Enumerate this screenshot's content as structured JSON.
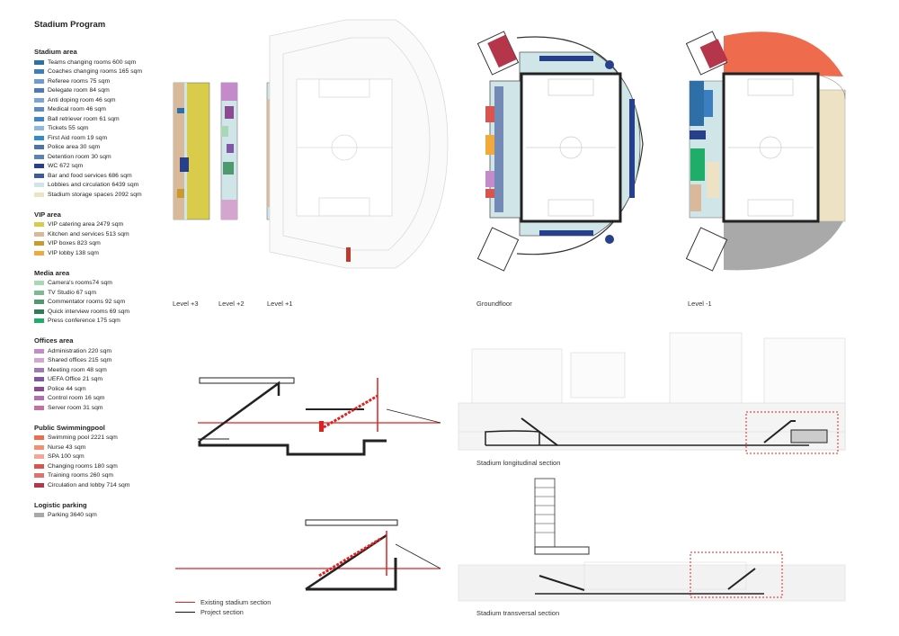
{
  "legend": {
    "title": "Stadium Program",
    "groups": [
      {
        "title": "Stadium area",
        "items": [
          {
            "label": "Teams changing rooms 600 sqm",
            "color": "#2e6fa8"
          },
          {
            "label": "Coaches changing rooms 165 sqm",
            "color": "#3b7fc0"
          },
          {
            "label": "Referee rooms 75 sqm",
            "color": "#6e9ccf"
          },
          {
            "label": "Delegate room 84 sqm",
            "color": "#4a7bb6"
          },
          {
            "label": "Anti doping room 46 sqm",
            "color": "#7aa6d6"
          },
          {
            "label": "Medical room 46 sqm",
            "color": "#5a8cc6"
          },
          {
            "label": "Ball retriever room 61 sqm",
            "color": "#3f86c8"
          },
          {
            "label": "Tickets 55 sqm",
            "color": "#8fb8e0"
          },
          {
            "label": "First Aid room 19 sqm",
            "color": "#2f8bc9"
          },
          {
            "label": "Police area 30 sqm",
            "color": "#4d73a8"
          },
          {
            "label": "Detention room 30 sqm",
            "color": "#5d82b8"
          },
          {
            "label": "WC 672 sqm",
            "color": "#27408b"
          },
          {
            "label": "Bar and food services 686 sqm",
            "color": "#3d5a9a"
          },
          {
            "label": "Lobbies and circulation 6439 sqm",
            "color": "#cfe5e8"
          },
          {
            "label": "Stadium storage spaces 2092 sqm",
            "color": "#ede3c4"
          }
        ]
      },
      {
        "title": "VIP area",
        "items": [
          {
            "label": "VIP catering area 2479 sqm",
            "color": "#d8cc4a"
          },
          {
            "label": "Kitchen and services 513 sqm",
            "color": "#d9b99a"
          },
          {
            "label": "VIP boxes 823 sqm",
            "color": "#c99a2e"
          },
          {
            "label": "VIP lobby 138 sqm",
            "color": "#f2a93b"
          }
        ]
      },
      {
        "title": "Media area",
        "items": [
          {
            "label": "Camera's rooms74 sqm",
            "color": "#a9d8b8"
          },
          {
            "label": "TV Studio 67 sqm",
            "color": "#7fb894"
          },
          {
            "label": "Commentator rooms 92 sqm",
            "color": "#4e9a6f"
          },
          {
            "label": "Quick interview rooms 69 sqm",
            "color": "#2e7d58"
          },
          {
            "label": "Press conference 175 sqm",
            "color": "#1fae6a"
          }
        ]
      },
      {
        "title": "Offices area",
        "items": [
          {
            "label": "Administration 220 sqm",
            "color": "#c58ac9"
          },
          {
            "label": "Shared offices 215 sqm",
            "color": "#d4a5cf"
          },
          {
            "label": "Meeting room 48 sqm",
            "color": "#a07ab8"
          },
          {
            "label": "UEFA Office 21 sqm",
            "color": "#7e57a6"
          },
          {
            "label": "Police 44 sqm",
            "color": "#8c4a92"
          },
          {
            "label": "Control room 16 sqm",
            "color": "#b06fb0"
          },
          {
            "label": "Server room 31 sqm",
            "color": "#c76f9e"
          }
        ]
      },
      {
        "title": "Public Swimmingpool",
        "items": [
          {
            "label": "Swimming pool 2221 sqm",
            "color": "#ef6b4e"
          },
          {
            "label": "Nurse 43 sqm",
            "color": "#f58f74"
          },
          {
            "label": "SPA 100 sqm",
            "color": "#f4a792"
          },
          {
            "label": "Changing rooms 180 sqm",
            "color": "#d9534f"
          },
          {
            "label": "Training rooms 260 sqm",
            "color": "#e0726e"
          },
          {
            "label": "Circulation and lobby 714 sqm",
            "color": "#b5364a"
          }
        ]
      },
      {
        "title": "Logistic parking",
        "items": [
          {
            "label": "Parking 3640 sqm",
            "color": "#a9a9a9"
          }
        ]
      }
    ]
  },
  "plans": {
    "level3": "Level +3",
    "level2": "Level +2",
    "level1": "Level +1",
    "ground": "Groundfloor",
    "levelm1": "Level -1"
  },
  "sections": {
    "longitudinal": "Stadium longitudinal section",
    "transversal": "Stadium transversal section",
    "existing": "Existing stadium section",
    "project": "Project section",
    "existing_color": "#e02020",
    "project_color": "#111111"
  }
}
